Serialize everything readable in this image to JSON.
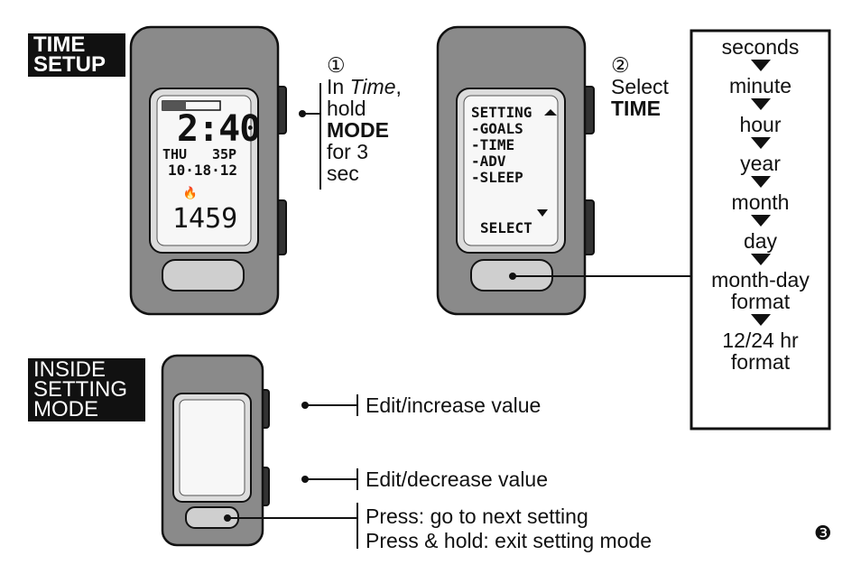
{
  "labels": {
    "time_setup_line1": "TIME",
    "time_setup_line2": "SETUP",
    "inside_line1": "INSIDE",
    "inside_line2": "SETTING",
    "inside_line3": "MODE"
  },
  "step1": {
    "number": "①",
    "line1_prefix": "In ",
    "line1_italic": "Time",
    "line1_suffix": ",",
    "line2": "hold",
    "line3": "MODE",
    "line4": "for 3",
    "line5": "sec"
  },
  "step2": {
    "number": "②",
    "line1": "Select",
    "line2": "TIME"
  },
  "watch1_screen": {
    "time": "2:40",
    "day": "THU",
    "extra": "35P",
    "date": "10·18·12",
    "calories": "1459"
  },
  "watch2_screen": {
    "line1": "SETTING",
    "line2": "-GOALS",
    "line3": "-TIME",
    "line4": "-ADV",
    "line5": "-SLEEP",
    "select": "SELECT"
  },
  "sequence": [
    "seconds",
    "minute",
    "hour",
    "year",
    "month",
    "day",
    "month-day format",
    "12/24 hr format"
  ],
  "callouts": {
    "top_button": "Edit/increase value",
    "bottom_side_button": "Edit/decrease value",
    "front_press": "Press: go to next setting",
    "front_hold": "Press & hold: exit setting mode"
  },
  "step3": {
    "number": "❸"
  }
}
